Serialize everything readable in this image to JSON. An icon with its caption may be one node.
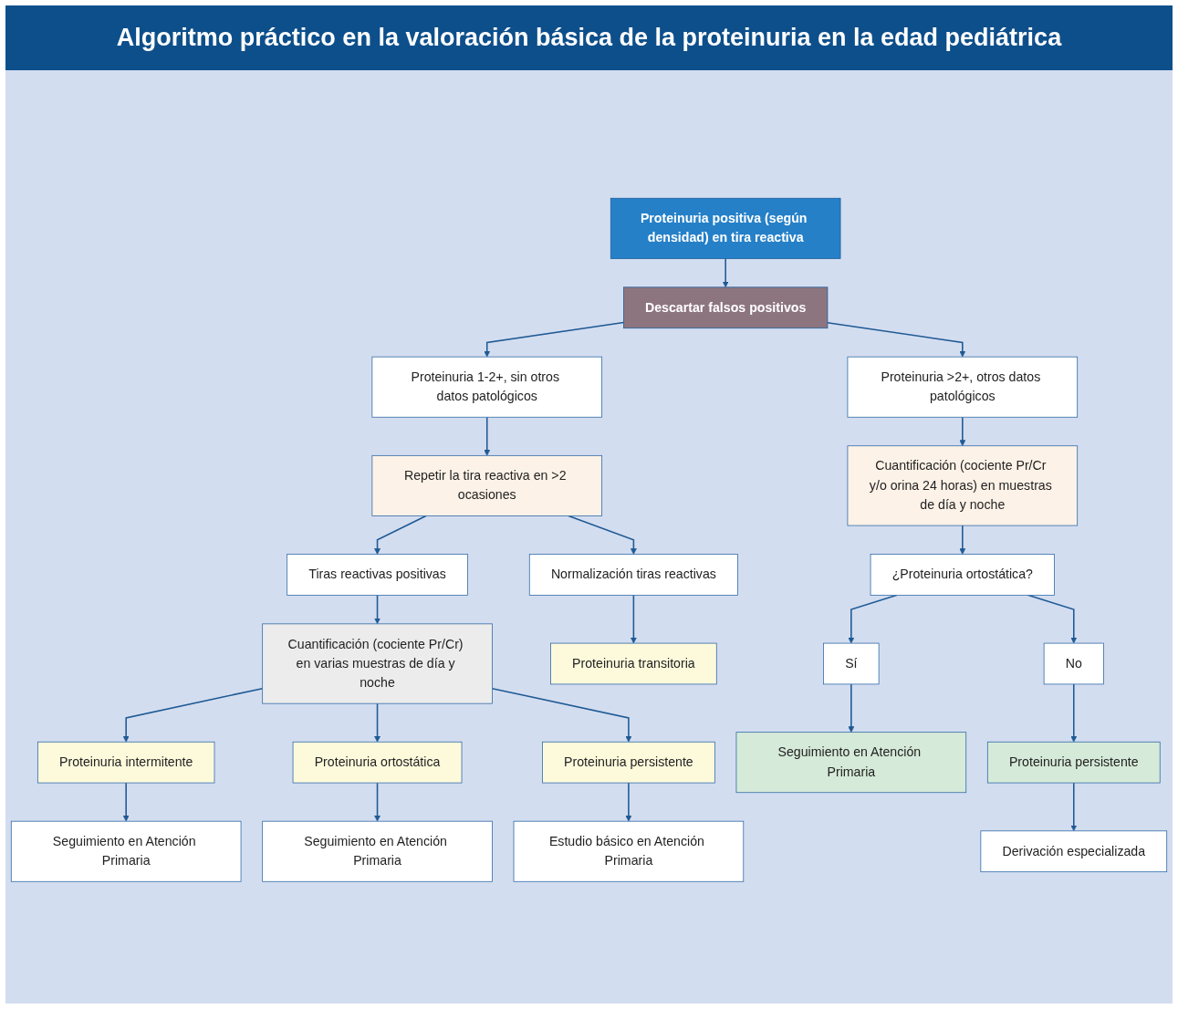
{
  "diagram": {
    "title": "Algoritmo práctico en la valoración básica de la proteinuria en la edad pediátrica",
    "nodes": [
      {
        "text": [
          "Proteinuria positiva (según densidad) en tira reactiva"
        ]
      },
      {
        "text": [
          "Descartar falsos positivos"
        ]
      },
      {
        "text": [
          "Proteinuria 1-2+, sin otros datos patológicos"
        ]
      },
      {
        "text": [
          "Proteinuria >2+, otros datos patológicos"
        ]
      },
      {
        "text": [
          "Repetir la tira reactiva en >2 ocasiones"
        ]
      },
      {
        "text": [
          "Cuantificación (cociente Pr/Cr y/o orina 24 horas) en muestras de día y noche"
        ]
      },
      {
        "text": [
          "Tiras reactivas positivas"
        ]
      },
      {
        "text": [
          "Normalización tiras reactivas"
        ]
      },
      {
        "text": [
          "¿Proteinuria ortostática?"
        ]
      },
      {
        "text": [
          "Cuantificación (cociente Pr/Cr) en varias muestras de día y noche"
        ]
      },
      {
        "text": [
          "Proteinuria transitoria"
        ]
      },
      {
        "text": [
          "Sí"
        ]
      },
      {
        "text": [
          "No"
        ]
      },
      {
        "text": [
          "Proteinuria intermitente"
        ]
      },
      {
        "text": [
          "Proteinuria ortostática"
        ]
      },
      {
        "text": [
          "Proteinuria persistente"
        ]
      },
      {
        "text": [
          "Seguimiento en Atención Primaria"
        ]
      },
      {
        "text": [
          "Proteinuria persistente"
        ]
      },
      {
        "text": [
          "Seguimiento en Atención Primaria"
        ]
      },
      {
        "text": [
          "Seguimiento en Atención Primaria"
        ]
      },
      {
        "text": [
          "Estudio básico en Atención Primaria"
        ]
      },
      {
        "text": [
          "Derivación especializada"
        ]
      }
    ],
    "edges": [
      {
        "from": 0,
        "to": 1,
        "arrow": "to"
      },
      {
        "from": 1,
        "to": 2,
        "arrow": "to"
      },
      {
        "from": 1,
        "to": 3,
        "arrow": "to"
      },
      {
        "from": 2,
        "to": 4,
        "arrow": "to"
      },
      {
        "from": 3,
        "to": 5,
        "arrow": "to"
      },
      {
        "from": 4,
        "to": 6,
        "arrow": "to"
      },
      {
        "from": 4,
        "to": 7,
        "arrow": "to"
      },
      {
        "from": 5,
        "to": 8,
        "arrow": "to"
      },
      {
        "from": 6,
        "to": 9,
        "arrow": "to"
      },
      {
        "from": 7,
        "to": 10,
        "arrow": "to"
      },
      {
        "from": 8,
        "to": 11,
        "arrow": "to"
      },
      {
        "from": 8,
        "to": 12,
        "arrow": "to"
      },
      {
        "from": 9,
        "to": 13,
        "arrow": "to"
      },
      {
        "from": 9,
        "to": 14,
        "arrow": "to"
      },
      {
        "from": 9,
        "to": 15,
        "arrow": "to"
      },
      {
        "from": 11,
        "to": 16,
        "arrow": "to"
      },
      {
        "from": 12,
        "to": 17,
        "arrow": "to"
      },
      {
        "from": 13,
        "to": 18,
        "arrow": "to"
      },
      {
        "from": 14,
        "to": 19,
        "arrow": "to"
      },
      {
        "from": 15,
        "to": 20,
        "arrow": "to"
      },
      {
        "from": 17,
        "to": 21,
        "arrow": "to"
      }
    ]
  }
}
